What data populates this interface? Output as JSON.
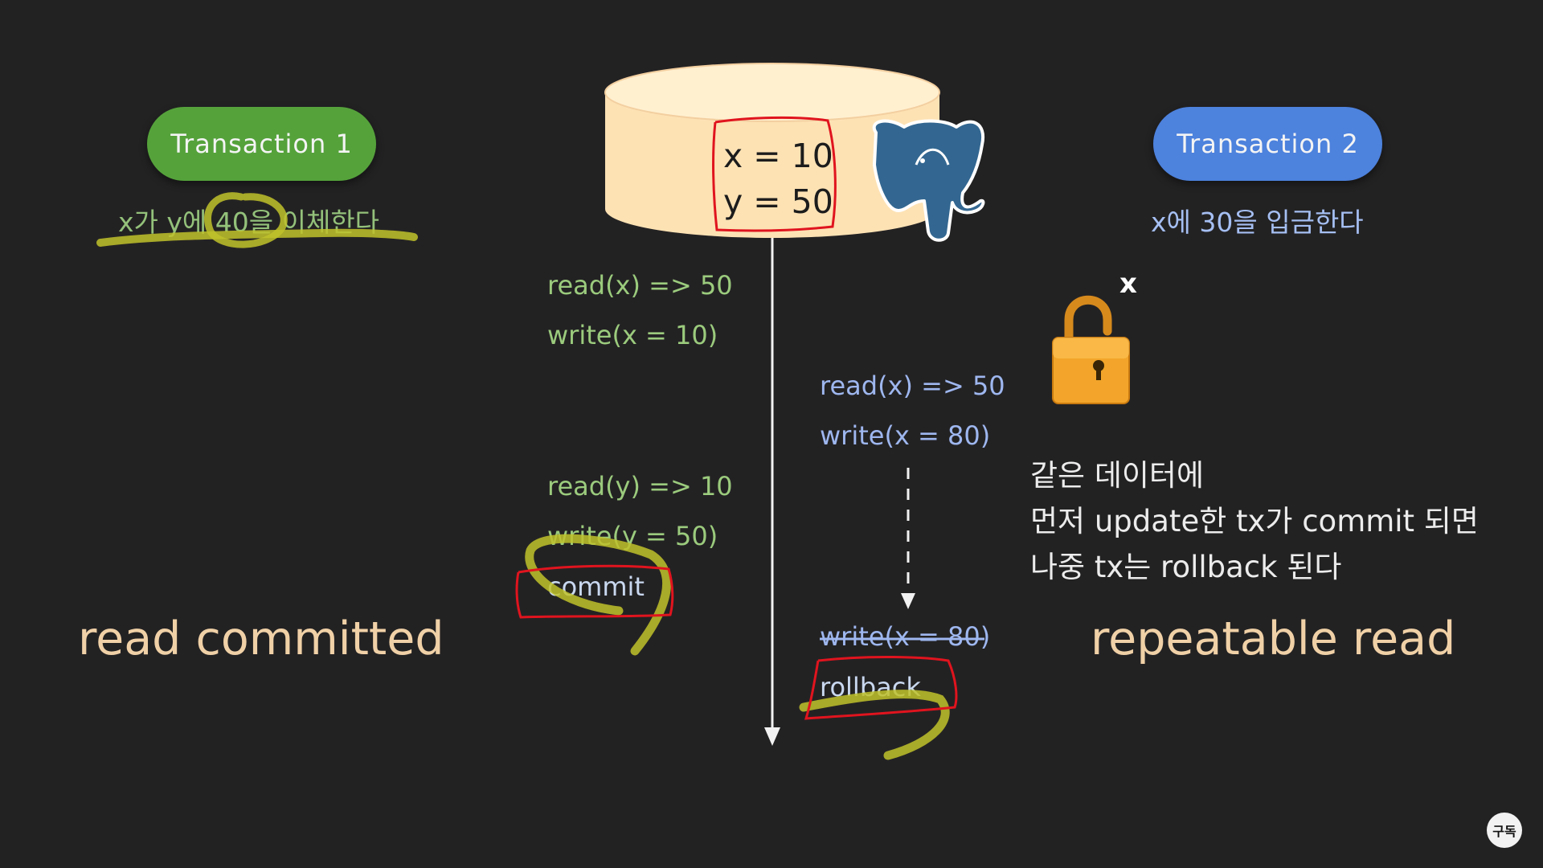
{
  "transaction1": {
    "label": "Transaction 1",
    "task": "x가 y에 40을 이체한다",
    "ops": [
      "read(x) => 50",
      "write(x = 10)",
      "read(y) => 10",
      "write(y = 50)",
      "commit"
    ],
    "isolation": "read committed"
  },
  "transaction2": {
    "label": "Transaction 2",
    "task": "x에 30을 입금한다",
    "ops": [
      "read(x) => 50",
      "write(x = 80)",
      "write(x = 80)",
      "rollback"
    ],
    "isolation": "repeatable read"
  },
  "database": {
    "x": "x = 10",
    "y": "y = 50",
    "icon": "postgresql-elephant-icon"
  },
  "lock": {
    "icon": "open-lock-icon",
    "label": "x"
  },
  "note": {
    "lines": [
      "같은 데이터에",
      "먼저 update한 tx가 commit 되면",
      "나중 tx는 rollback 된다"
    ]
  },
  "subscribe": {
    "label": "구독"
  },
  "colors": {
    "background": "#232223",
    "tx1_accent": "#55a23b",
    "tx2_accent": "#4d82dd",
    "tx1_text": "#9bcb7d",
    "tx2_text": "#9eb7ef",
    "isolation_text": "#f0d1a7",
    "database_fill": "#fde2b4",
    "annotation_red": "#e0141e",
    "annotation_yellow": "#bfc22a"
  }
}
